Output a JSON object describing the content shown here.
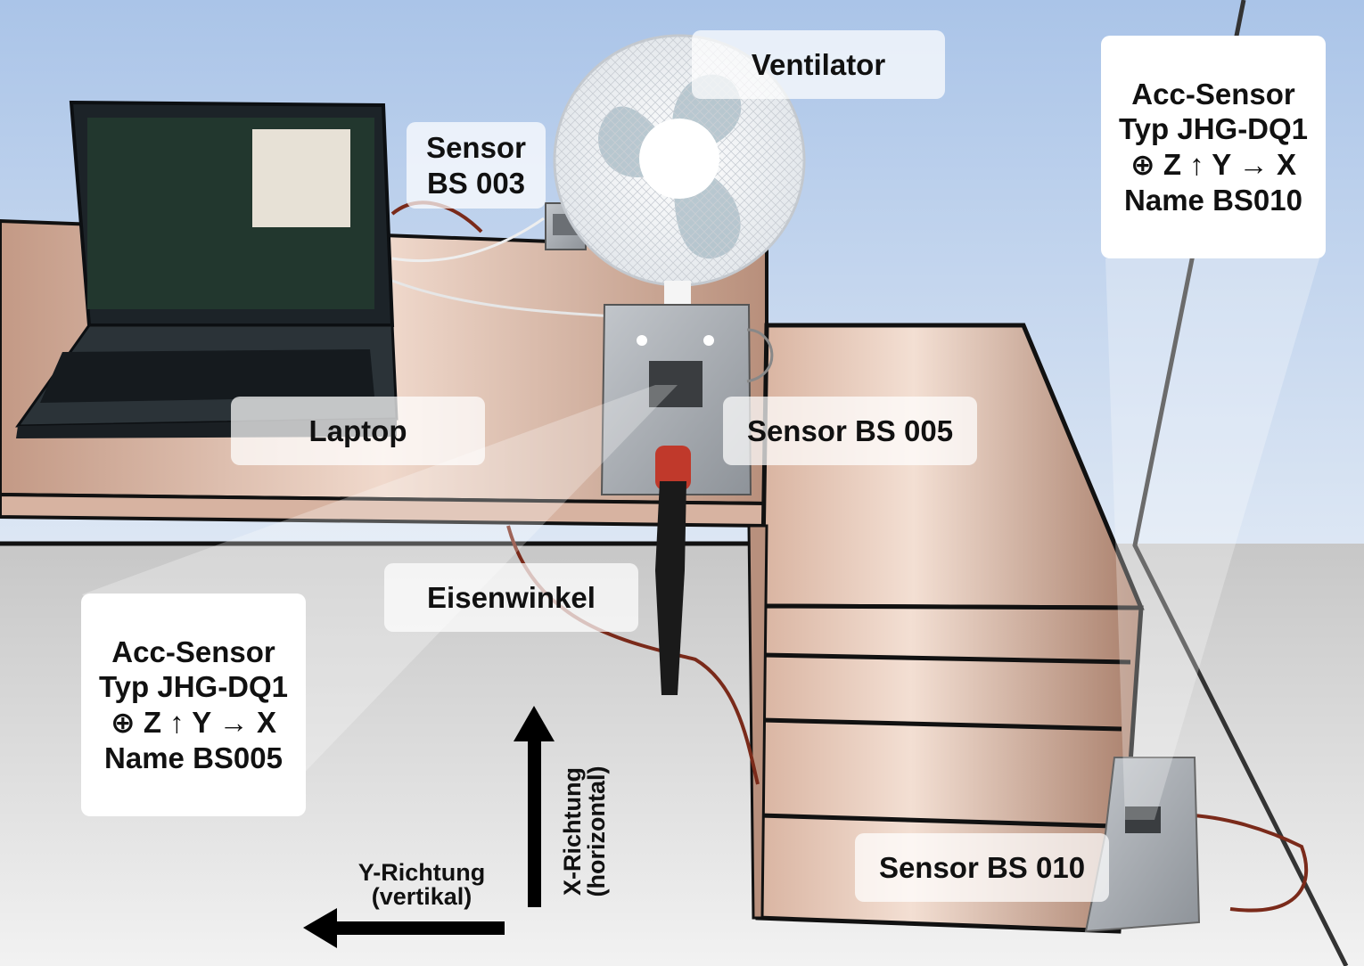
{
  "labels": {
    "ventilator": "Ventilator",
    "sensor_bs003": [
      "Sensor",
      "BS 003"
    ],
    "laptop": "Laptop",
    "sensor_bs005": "Sensor BS 005",
    "eisenwinkel": "Eisenwinkel",
    "sensor_bs010": "Sensor BS 010"
  },
  "sensor_info_left": [
    "Acc-Sensor",
    "Typ JHG-DQ1",
    "⊕ Z ↑ Y → X",
    "Name BS005"
  ],
  "sensor_info_right": [
    "Acc-Sensor",
    "Typ JHG-DQ1",
    "⊕ Z ↑ Y → X",
    "Name BS010"
  ],
  "axes": {
    "x_direction": [
      "X-Richtung",
      "(horizontal)"
    ],
    "y_direction": [
      "Y-Richtung",
      "(vertikal)"
    ]
  },
  "colors": {
    "sky": "#b7cdea",
    "floor": "#cfcfcf",
    "desk": "#caa08b",
    "cable": "#7a2a1a",
    "metal": "#a9adb3"
  }
}
